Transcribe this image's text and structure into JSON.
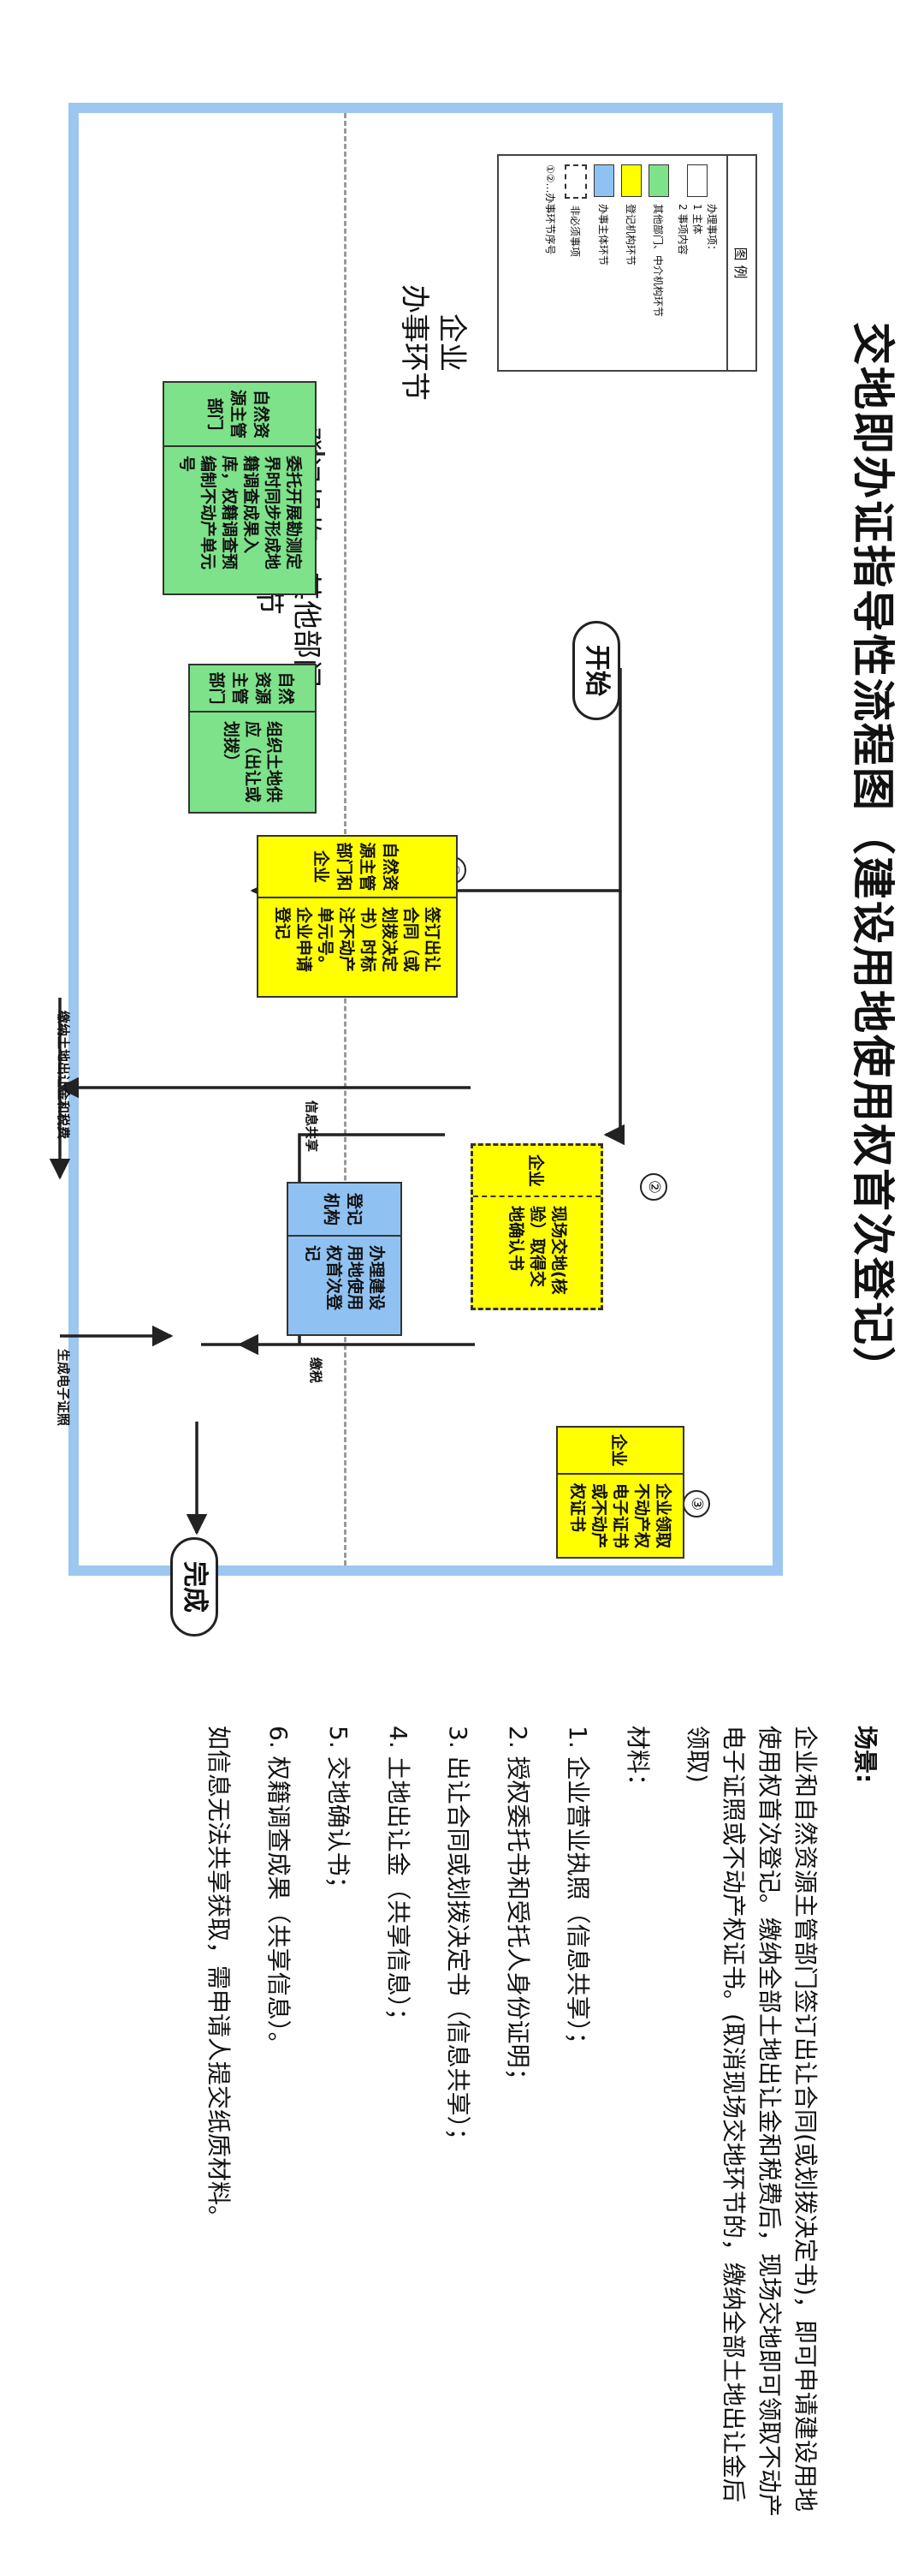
{
  "title": "交地即办证指导性流程图（建设用地使用权首次登记）",
  "lanes": {
    "enterprise": "企业\n办事环节",
    "registry": "登记机构、其他部门\n办理环节"
  },
  "nodes": {
    "start": "开始",
    "end": "完成",
    "g1_left": "自然资源主管部门",
    "g1_right": "委托开展勘测定界时同步形成地籍调查成果入库，权籍调查预编制不动产单元号",
    "g2_left": "自然资源主管部门",
    "g2_right": "组织土地供应（出让或划拨）",
    "y1_left": "自然资源主管部门和企业",
    "y1_right_a": "签订出让合同（或划拨决定书）时标注不动产单元号。",
    "y1_right_b": "企业申请登记",
    "y2_left": "企业",
    "y2_right": "现场交地(核验）取得交地确认书",
    "b1_left": "登记机构",
    "b1_right": "办理建设用地使用权首次登记",
    "y3_left": "企业",
    "y3_right": "企业领取不动产权电子证书或不动产权证书",
    "n1": "①",
    "n2": "②",
    "n3": "③"
  },
  "edges": {
    "pay": "缴纳土地出让金和税费",
    "share": "信息共享",
    "tax": "缴税",
    "ecert": "生成电子证照"
  },
  "legend": {
    "title": "图  例",
    "steps": "办理事项：\n1 主体\n2 事项内容",
    "green": "其他部门、中介机构环节",
    "yellow": "登记机构环节",
    "blue": "办事主体环节",
    "dashed": "非必须事项",
    "circ": "①②…办事环节序号"
  },
  "scene": {
    "heading": "场景:",
    "para": "企业和自然资源主管部门签订出让合同(或划拨决定书)，即可申请建设用地使用权首次登记。缴纳全部土地出让金和税费后，现场交地即可领取不动产电子证照或不动产权证书。(取消现场交地环节的，缴纳全部土地出让金后领取)",
    "materials_title": "材料：",
    "items": [
      "1. 企业营业执照（信息共享）；",
      "2. 授权委托书和受托人身份证明；",
      "3. 出让合同或划拨决定书（信息共享）；",
      "4. 土地出让金（共享信息）；",
      "5. 交地确认书；",
      "6. 权籍调查成果（共享信息）。",
      "如信息无法共享获取，需申请人提交纸质材料。"
    ]
  }
}
